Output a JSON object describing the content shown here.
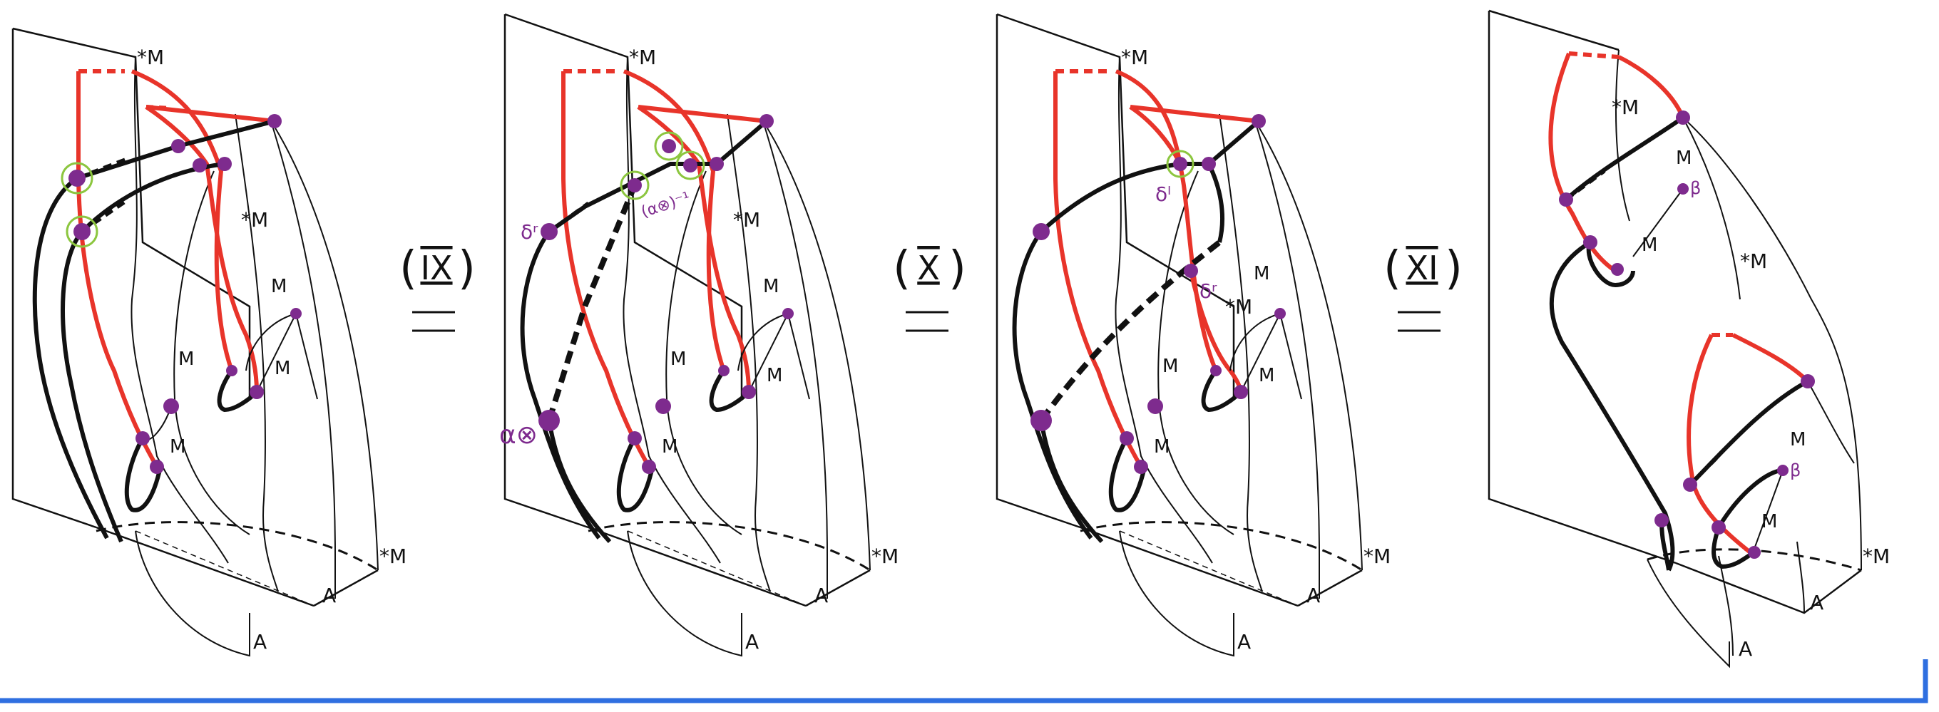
{
  "colors": {
    "ink": "#111111",
    "red": "#e8342a",
    "purple": "#7e2b8e",
    "green": "#8cc63f",
    "blue": "#2f6fe0",
    "background": "#ffffff"
  },
  "labels": {
    "star_m": "*M",
    "m": "M",
    "a": "A"
  },
  "moves": [
    {
      "roman": "IX",
      "symbol": "="
    },
    {
      "roman": "X",
      "symbol": "="
    },
    {
      "roman": "XI",
      "symbol": "="
    }
  ],
  "panel2": {
    "alpha_inverse": "(α⊗)⁻¹",
    "delta_r": "δʳ",
    "alpha_tensor": "α⊗"
  },
  "panel3": {
    "delta_l": "δˡ",
    "delta_r": "δʳ"
  },
  "panel4": {
    "beta_top": "β",
    "beta_bottom": "β"
  }
}
